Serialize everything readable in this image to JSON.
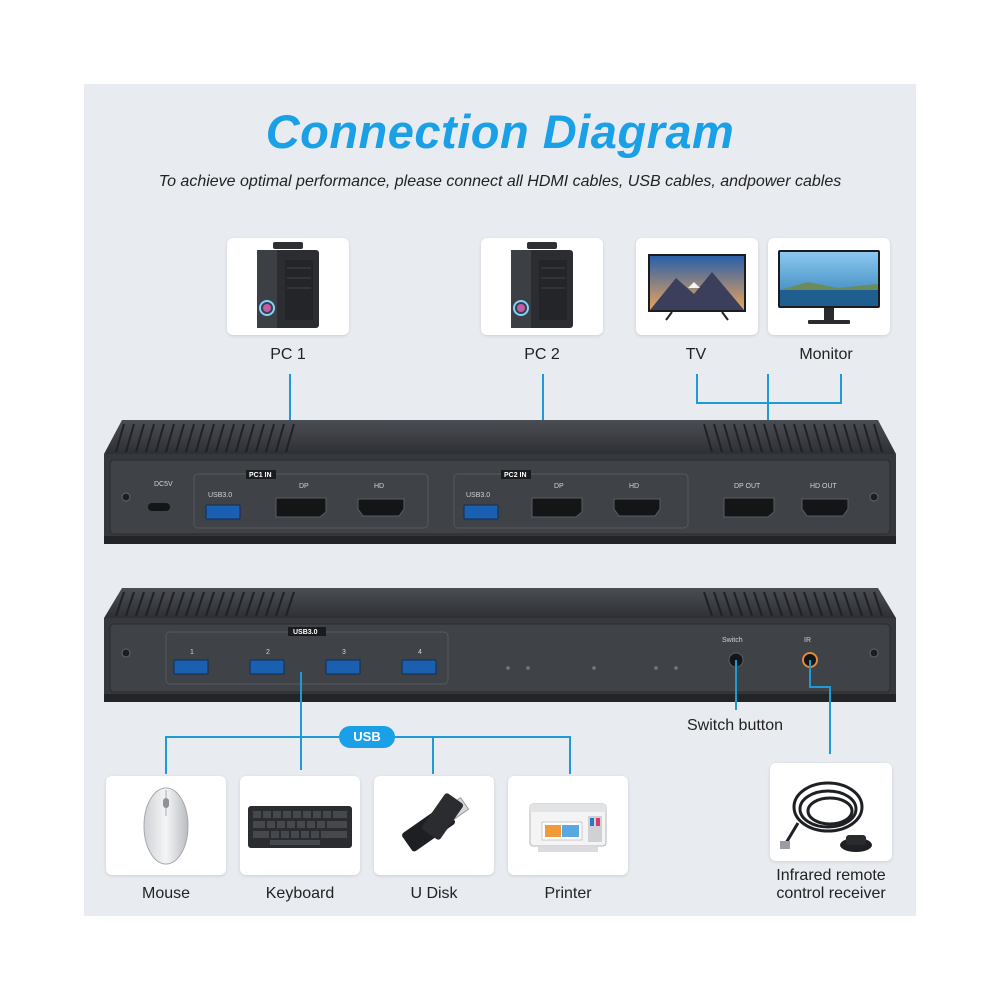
{
  "header": {
    "title": "Connection Diagram",
    "subtitle": "To achieve optimal performance, please connect all HDMI cables, USB cables, andpower cables"
  },
  "top_sources": {
    "pc1": "PC 1",
    "pc2": "PC 2",
    "tv": "TV",
    "monitor": "Monitor"
  },
  "front_panel": {
    "dc": "DC5V",
    "pc1_tag": "PC1 IN",
    "pc2_tag": "PC2 IN",
    "usb": "USB3.0",
    "dp": "DP",
    "hd": "HD",
    "dp_out": "DP OUT",
    "hd_out": "HD OUT"
  },
  "back_panel": {
    "usb_tag": "USB3.0",
    "port1": "1",
    "port2": "2",
    "port3": "3",
    "port4": "4",
    "switch": "Switch",
    "ir": "IR"
  },
  "callouts": {
    "switch_button": "Switch button",
    "usb": "USB"
  },
  "peripherals": {
    "mouse": "Mouse",
    "keyboard": "Keyboard",
    "udisk": "U Disk",
    "printer": "Printer",
    "ir_line1": "Infrared remote",
    "ir_line2": "control receiver"
  },
  "colors": {
    "accent": "#1aa0e6",
    "cable": "#1e9bd7",
    "device": "#3a3d42"
  }
}
